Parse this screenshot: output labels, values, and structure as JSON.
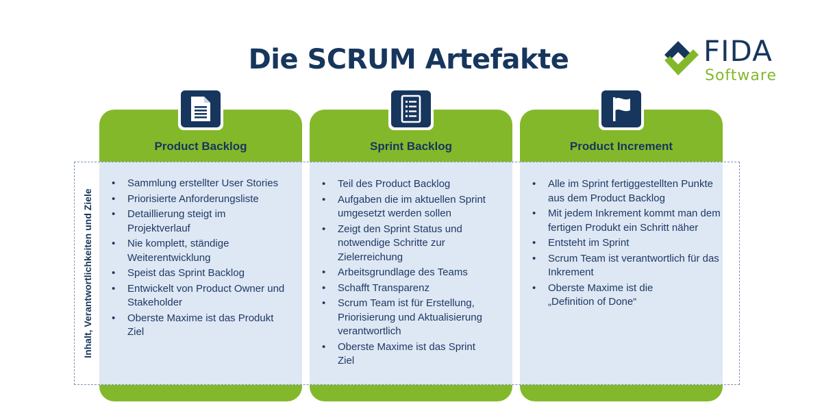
{
  "title": "Die SCRUM Artefakte",
  "logo": {
    "name": "FIDA",
    "sub": "Software"
  },
  "side_label": "Inhalt, Verantwortlichkeiten und Ziele",
  "columns": [
    {
      "title": "Product Backlog",
      "icon": "document-icon",
      "items": [
        "Sammlung erstellter User Stories",
        "Priorisierte Anforderungsliste",
        "Detaillierung steigt im Projektverlauf",
        "Nie komplett, ständige Weiterentwicklung",
        "Speist das Sprint Backlog",
        "Entwickelt von Product Owner und Stakeholder",
        "Oberste Maxime ist das Produkt Ziel"
      ]
    },
    {
      "title": "Sprint Backlog",
      "icon": "checklist-icon",
      "items": [
        "Teil des Product Backlog",
        "Aufgaben die im aktuellen Sprint umgesetzt werden sollen",
        "Zeigt den Sprint Status und notwendige Schritte zur Zielerreichung",
        "Arbeitsgrundlage des Teams",
        "Schafft Transparenz",
        "Scrum Team ist für Erstellung, Priorisierung und Aktualisierung verantwortlich",
        "Oberste Maxime ist das Sprint Ziel"
      ]
    },
    {
      "title": "Product Increment",
      "icon": "flag-icon",
      "items": [
        "Alle im Sprint fertiggestellten Punkte aus dem Product Backlog",
        "Mit jedem Inkrement kommt man dem fertigen Produkt ein Schritt näher",
        "Entsteht im Sprint",
        "Scrum Team ist verantwortlich für das Inkrement",
        "Oberste Maxime ist die „Definition of Done“"
      ]
    }
  ]
}
